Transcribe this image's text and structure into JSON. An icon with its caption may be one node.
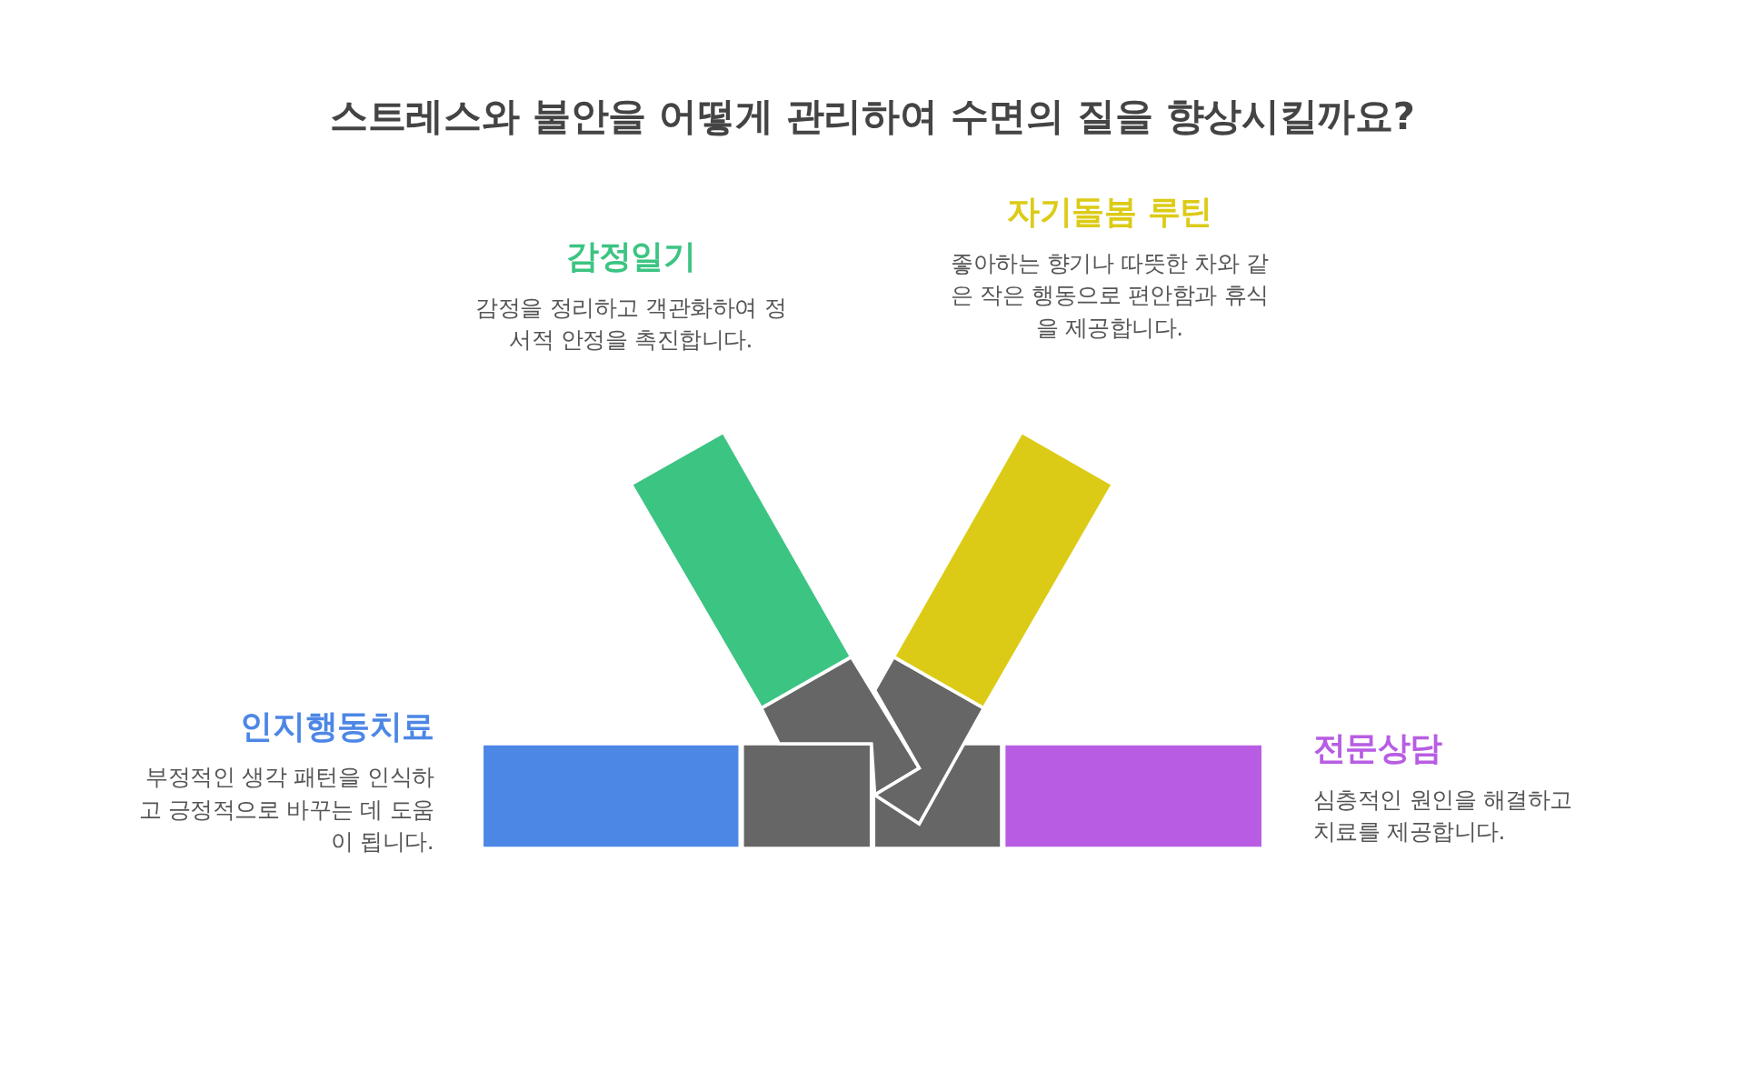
{
  "diagram": {
    "title": "스트레스와 불안을 어떻게 관리하여 수면의 질을 향상시킬까요?",
    "nodes": [
      {
        "text": [
          "감정일기",
          "감정을 정리하고 객관화하여 정서적 안정을 촉진합니다."
        ]
      },
      {
        "text": [
          "자기돌봄 루틴",
          "좋아하는 향기나 따뜻한 차와 같은 작은 행동으로 편안함과 휴식을 제공합니다."
        ]
      },
      {
        "text": [
          "인지행동치료",
          "부정적인 생각 패턴을 인식하고 긍정적으로 바꾸는 데 도움이 됩니다."
        ]
      },
      {
        "text": [
          "전문상담",
          "심층적인 원인을 해결하고 치료를 제공합니다."
        ]
      }
    ],
    "edges": []
  }
}
